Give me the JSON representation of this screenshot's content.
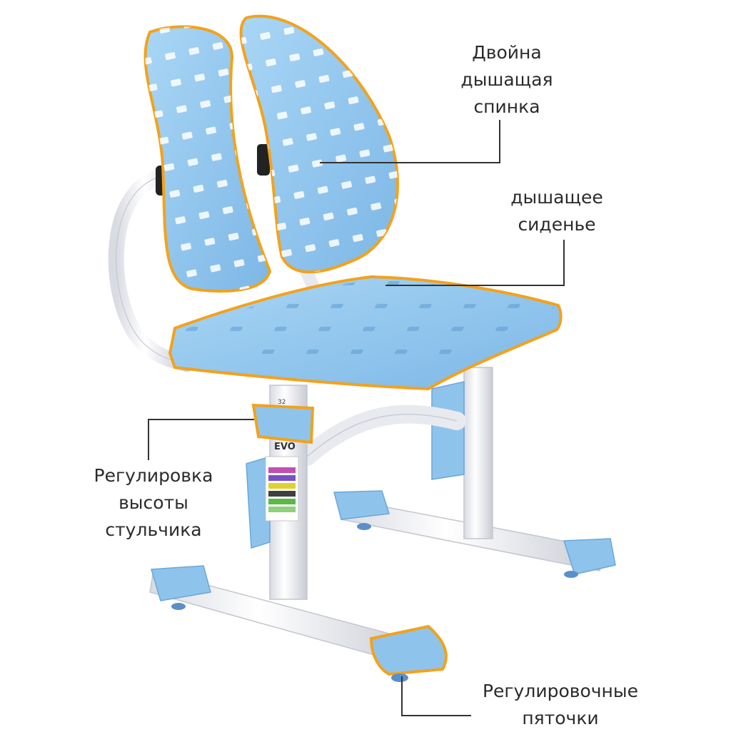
{
  "product": {
    "brand_mark": "EVO",
    "height_mark": "32"
  },
  "callouts": {
    "backrest": {
      "lines": [
        "Двойна",
        "дышащая",
        "спинка"
      ]
    },
    "seat": {
      "lines": [
        "дышащее",
        "сиденье"
      ]
    },
    "height_adjust": {
      "lines": [
        "Регулировка",
        "высоты",
        "стульчика"
      ]
    },
    "feet": {
      "lines": [
        "Регулировочные",
        "пяточки"
      ]
    }
  },
  "colors": {
    "plastic_blue": "#8ec4ec",
    "plastic_blue_dark": "#6aa6d8",
    "highlight_outline": "#f2a21d",
    "frame_white": "#f4f4f6",
    "leader_line": "#333333"
  }
}
